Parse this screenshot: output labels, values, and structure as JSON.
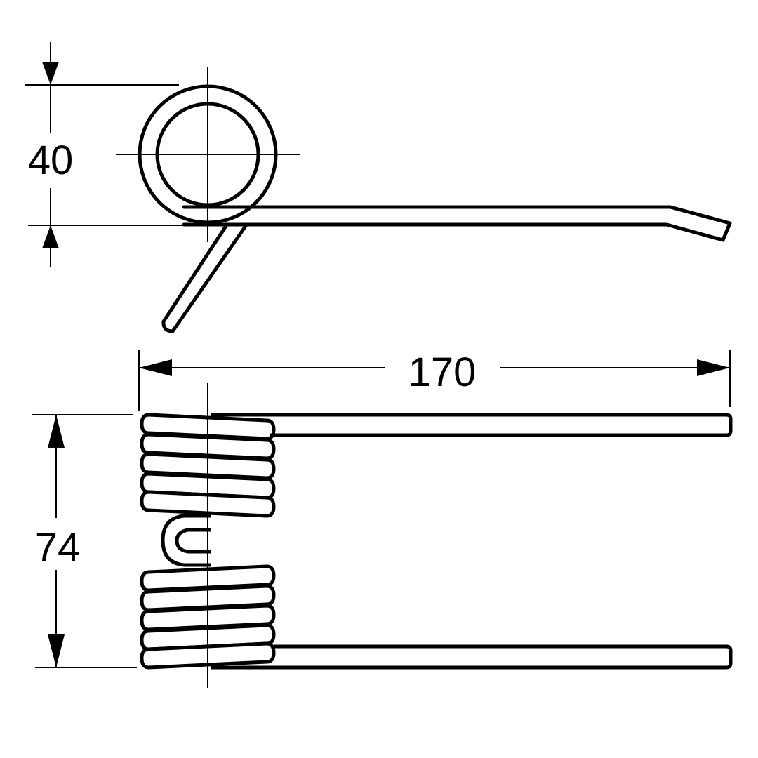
{
  "dimensions": {
    "ring_height": "40",
    "overall_length": "170",
    "coil_width": "74"
  },
  "colors": {
    "line": "#000000",
    "background": "#ffffff"
  }
}
